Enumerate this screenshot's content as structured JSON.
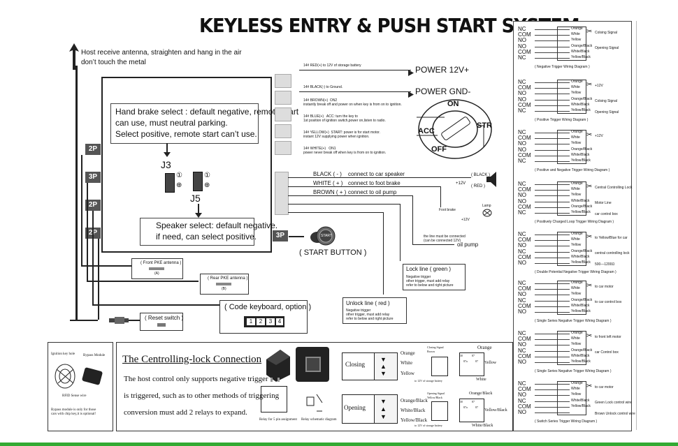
{
  "title": "KEYLESS ENTRY & PUSH START SYSTEM",
  "antenna_note": [
    "Host receive antenna, straighten and hang in the air",
    "don’t touch the metal"
  ],
  "hand_brake": [
    "Hand brake select : default negative,  remote start",
    "can use, must neutral parking.",
    "Select positive, remote start can’t use."
  ],
  "speaker_select": [
    "Speaker select: default negative.",
    "if need, can select positive."
  ],
  "jumpers": {
    "j3": "J3",
    "j5": "J5",
    "mark1": "①",
    "mark_plus": "⊕"
  },
  "ports": [
    "2P",
    "3P",
    "2P",
    "2P",
    "3P"
  ],
  "power_wires": [
    {
      "text": "14# RED(+) to 12V of storage battery",
      "dest": "POWER 12V+"
    },
    {
      "text": "14# BLACK(-) to Ground.",
      "dest": "POWER GND-"
    },
    {
      "text": "14# BROWN(+)  ON2\ninstantly break off and power on when key is from on to ignition."
    },
    {
      "text": "14# BLUE(+)   ACC: turn the key to\n1st position of ignition switch,power on,listen to radio."
    },
    {
      "text": "14# YELLOW(+)  START: power is for start motor.\ninstant 12V supplying power when ignition."
    },
    {
      "text": "14# WHITE(+)   ON1\npower never break off when key is from on to ignition."
    }
  ],
  "ignition": {
    "on": "ON",
    "acc": "ACC",
    "str": "STR",
    "off": "OFF"
  },
  "aux_wires": [
    {
      "label": "BLACK ( - )",
      "dest": "connect to car speaker"
    },
    {
      "label": "WHITE ( + )",
      "dest": "connect to foot brake"
    },
    {
      "label": "BROWN ( + )",
      "dest": "connect to oil pump"
    }
  ],
  "speaker": {
    "black": "( BLACK )",
    "red": "( RED )",
    "v12": "+12V"
  },
  "foot_brake": {
    "label": "Foot brake",
    "v12": "+12V",
    "lamp": "Lamp"
  },
  "oil_pump": {
    "note": "the line must be connected\n(can be connected 12V)",
    "label": "oil pump"
  },
  "start_button": {
    "port": "3P",
    "cap": "START",
    "label": "( START BUTTON )"
  },
  "lock_line": {
    "title": "Lock line ( green )",
    "desc": "Negative trigger\nother trigger, must add relay\nrefer to below and right picture"
  },
  "unlock_line": {
    "title": "Unlock line ( red )",
    "desc": "Negative trigger\nother trigger, must add relay\nrefer to below and right picture"
  },
  "front_antenna": {
    "label": "( Front PKE antenna )",
    "sub": "(A)"
  },
  "rear_antenna": {
    "label": "( Rear PKE antenna )",
    "sub": "(B)"
  },
  "code_keyboard": {
    "label": "( Code keyboard, option )",
    "keys": [
      "1",
      "2",
      "3",
      "4"
    ]
  },
  "reset_switch": {
    "label": "( Reset switch )"
  },
  "ignition_module": {
    "title1": "Ignition key hole",
    "title2": "Bypass Module",
    "rfid": "RFID Sense wire",
    "note": "Bypass module is only for those\ncars with chip key,it is optional!"
  },
  "central_lock": {
    "title": "The Centrolling-lock Connection",
    "lines": [
      "The host control only supports negative trigger",
      "is triggered, such as to other methods of triggering",
      "conversion must add 2 relays to expand."
    ],
    "relay_pin": "Relay for 5 pin assignment",
    "relay_schem": "Relay schematic diagram",
    "closing": "Closing",
    "opening": "Opening",
    "closing_wires": [
      "Orange",
      "White",
      "Yellow"
    ],
    "opening_wires": [
      "Orange/Black",
      "White/Black",
      "Yellow/Black"
    ],
    "closing_battery": "to 12V of storage battery",
    "opening_battery": "to 12V of storage battery",
    "pins_top": [
      "30",
      "87",
      "86",
      "85"
    ],
    "pin87a": "87a",
    "pin87": "87",
    "rt_orange": "Orange",
    "rt_yellow": "Yellow",
    "rt_white": "White",
    "rt_orange_black": "Orange/Black",
    "rt_yellow_black": "Yellow/Black",
    "rt_white_black": "White/Black",
    "closing_signal": "Closing Signal\nBrown",
    "opening_signal": "Opening Signal\nYellow/Black"
  },
  "right_panel": {
    "diagrams": [
      {
        "labels": [
          "NC",
          "COM",
          "NO",
          "NO",
          "COM",
          "NC"
        ],
        "colors": [
          "Orange",
          "White",
          "Yellow",
          "Orange/Black",
          "White/Black",
          "Yellow/Black"
        ],
        "notes": [
          "Colsing Signal",
          "Opening Signal"
        ],
        "caption": "( Negative Trigger Wiring Diagram )"
      },
      {
        "labels": [
          "NC",
          "COM",
          "NO",
          "NO",
          "COM",
          "NC"
        ],
        "colors": [
          "Orange",
          "White",
          "Yellow",
          "Orange/Black",
          "White/Black",
          "Yellow/Black"
        ],
        "notes": [
          "+12V",
          "Colsing Signal",
          "Opening Signal"
        ],
        "caption": "( Positive Trigger Wiring Diagram )"
      },
      {
        "labels": [
          "NC",
          "COM",
          "NO",
          "NO",
          "COM",
          "NC"
        ],
        "colors": [
          "Orange",
          "White",
          "Yellow",
          "Orange/Black",
          "White/Black",
          "Yellow/Black"
        ],
        "notes": [
          "+12V"
        ],
        "caption": "( Positive and Negative Trigger Wiring Diagram )"
      },
      {
        "labels": [
          "NC",
          "COM",
          "NO",
          "NO",
          "COM",
          "NC"
        ],
        "colors": [
          "Orange",
          "White",
          "Yellow",
          "White/Black",
          "Orange/Black",
          "Yellow/Black"
        ],
        "notes": [
          "Central Controlling Lock",
          "Motor Line",
          "car control box"
        ],
        "caption": "( Positively Charged Loop Trigger Wiring Diagram )"
      },
      {
        "labels": [
          "NC",
          "COM",
          "NO",
          "NC",
          "COM",
          "NO"
        ],
        "colors": [
          "Orange",
          "White",
          "Yellow",
          "Orange/Black",
          "White/Black",
          "Yellow/Black"
        ],
        "notes": [
          "to Yellow/Blue for car",
          "central controlling lock",
          "500—1200Ω"
        ],
        "caption": "( Double Potential Negative Trigger Wiring Diagram )"
      },
      {
        "labels": [
          "NC",
          "COM",
          "NO",
          "NC",
          "COM",
          "NO"
        ],
        "colors": [
          "Orange",
          "White",
          "Yellow",
          "Orange/Black",
          "White/Black",
          "Yellow/Black"
        ],
        "notes": [
          "to car motor",
          "to car control box"
        ],
        "caption": "( Single Series Negative Trigger Wiring Diagram )"
      },
      {
        "labels": [
          "NC",
          "COM",
          "NO",
          "NC",
          "COM",
          "NO"
        ],
        "colors": [
          "Orange",
          "White",
          "Yellow",
          "Orange/Black",
          "White/Black",
          "Yellow/Black"
        ],
        "notes": [
          "to front left motor",
          "car Control box"
        ],
        "caption": "( Single Series Negative Trigger Wiring Diagram )"
      },
      {
        "labels": [
          "NC",
          "COM",
          "NO",
          "NC",
          "COM",
          "NO"
        ],
        "colors": [
          "Orange",
          "White",
          "Yellow",
          "White/Black",
          "Yellow/Black"
        ],
        "notes": [
          "to car motor",
          "Green Lock control wire",
          "Brown Unlock control wire"
        ],
        "caption": "( Switch Series Trigger Wiring Diagram )"
      }
    ]
  },
  "colors": {
    "wire": "#222222",
    "port": "#555555",
    "frame": "#333333",
    "key": "#222222",
    "footer": "#33aa33"
  }
}
